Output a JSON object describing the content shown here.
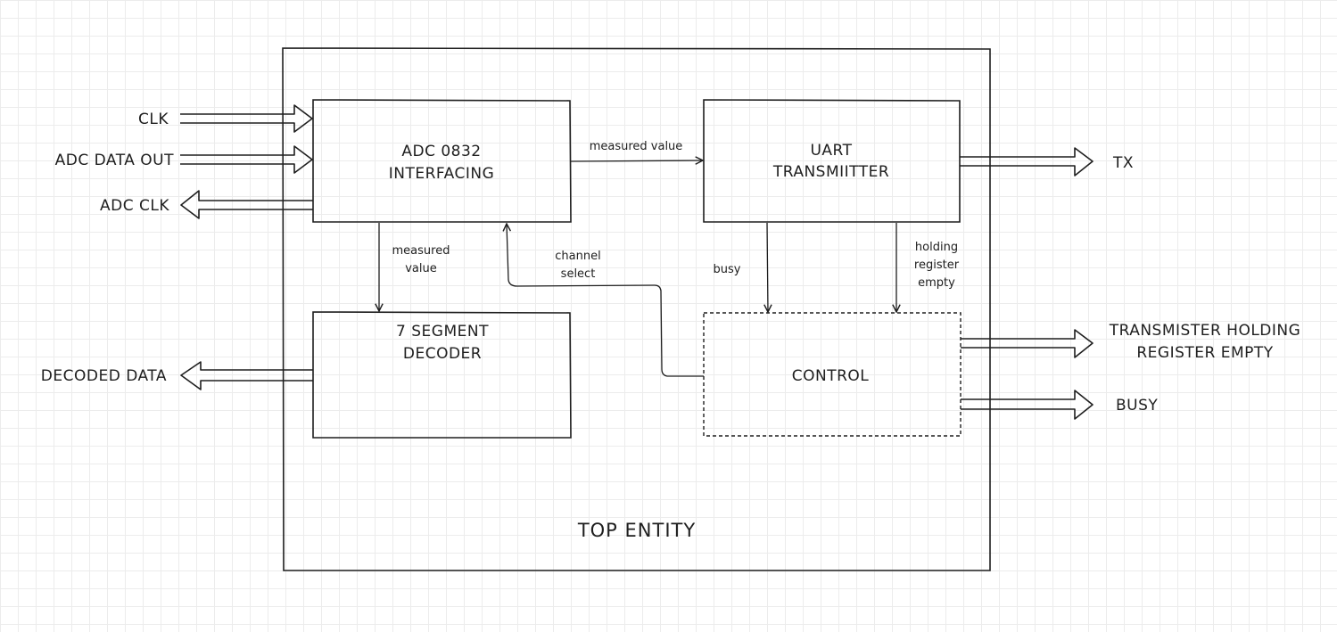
{
  "diagram": {
    "outer_label": "TOP ENTITY",
    "blocks": {
      "adc": {
        "line1": "ADC 0832",
        "line2": "INTERFACING"
      },
      "uart": {
        "line1": "UART",
        "line2": "TRANSMIITTER"
      },
      "seg": {
        "line1": "7 SEGMENT",
        "line2": "DECODER"
      },
      "control": {
        "label": "CONTROL"
      }
    },
    "signals": {
      "measured_value_h": "measured value",
      "measured_value_v1": "measured",
      "measured_value_v2": "value",
      "channel_select1": "channel",
      "channel_select2": "select",
      "busy": "busy",
      "hre1": "holding",
      "hre2": "register",
      "hre3": "empty"
    },
    "ports": {
      "clk": "CLK",
      "adc_data_out": "ADC DATA OUT",
      "adc_clk": "ADC CLK",
      "decoded_data": "DECODED DATA",
      "tx": "TX",
      "thre1": "TRANSMISTER HOLDING",
      "thre2": "REGISTER EMPTY",
      "busy_out": "BUSY"
    }
  }
}
